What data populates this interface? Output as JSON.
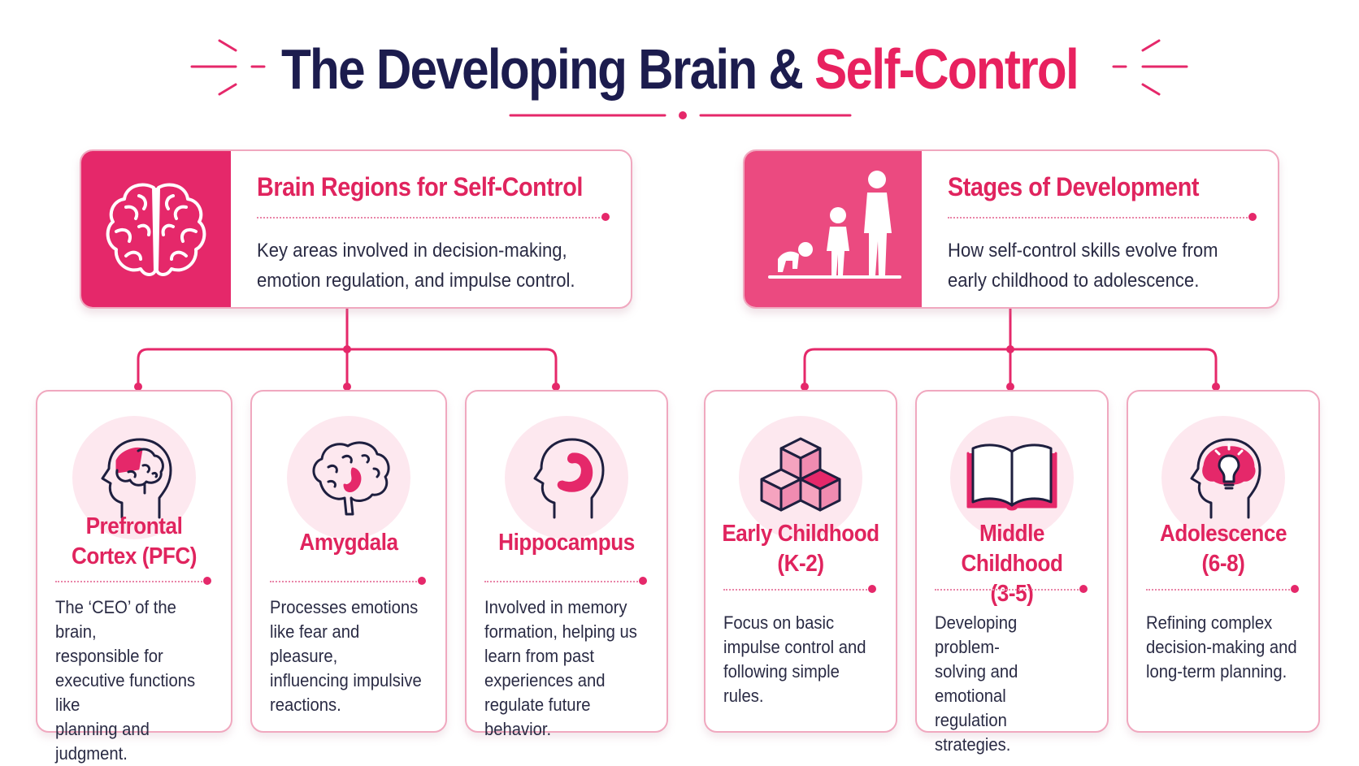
{
  "title": {
    "part1": "The Developing Brain &",
    "part2": "Self-Control"
  },
  "colors": {
    "navy": "#1c1c4e",
    "accent": "#e5286a",
    "accent_text": "#e0245e",
    "border": "#f0a8bf",
    "icon_bg": "#fde8ef"
  },
  "sections": [
    {
      "title": "Brain Regions for Self-Control",
      "description": "Key areas involved in decision-making,\nemotion regulation, and impulse control.",
      "icon": "brain-icon",
      "children": [
        {
          "title": "Prefrontal\nCortex (PFC)",
          "description": "The ‘CEO’ of the brain,\nresponsible for\nexecutive functions like\nplanning and judgment.",
          "icon": "head-prefrontal-icon"
        },
        {
          "title": "Amygdala",
          "description": "Processes emotions\nlike fear and pleasure,\ninfluencing impulsive\nreactions.",
          "icon": "brain-amygdala-icon"
        },
        {
          "title": "Hippocampus",
          "description": "Involved in memory\nformation, helping us\nlearn from past\nexperiences and\nregulate future behavior.",
          "icon": "head-hippocampus-icon"
        }
      ]
    },
    {
      "title": "Stages of Development",
      "description": "How self-control skills evolve from\nearly childhood to adolescence.",
      "icon": "growth-stages-icon",
      "children": [
        {
          "title": "Early Childhood\n(K-2)",
          "description": "Focus on basic\nimpulse control and\nfollowing simple rules.",
          "icon": "blocks-icon"
        },
        {
          "title": "Middle Childhood\n(3-5)",
          "description": "Developing problem-\nsolving and emotional\nregulation strategies.",
          "icon": "open-book-icon"
        },
        {
          "title": "Adolescence\n(6-8)",
          "description": "Refining complex\ndecision-making and\nlong-term planning.",
          "icon": "head-lightbulb-icon"
        }
      ]
    }
  ]
}
